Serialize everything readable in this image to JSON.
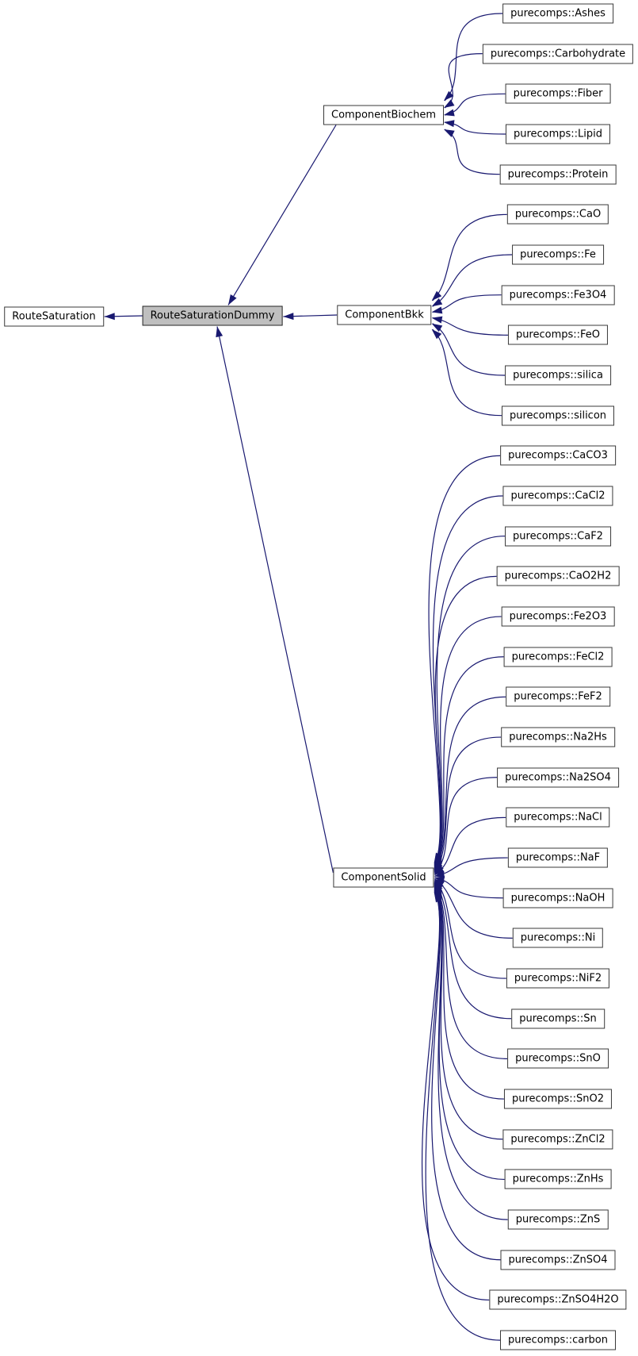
{
  "diagram": {
    "base": {
      "label": "RouteSaturation"
    },
    "selected": {
      "label": "RouteSaturationDummy"
    },
    "parents": [
      {
        "id": "biochem",
        "label": "ComponentBiochem"
      },
      {
        "id": "bkk",
        "label": "ComponentBkk"
      },
      {
        "id": "solid",
        "label": "ComponentSolid"
      }
    ],
    "children": [
      {
        "label": "purecomps::Ashes",
        "parent": "biochem"
      },
      {
        "label": "purecomps::Carbohydrate",
        "parent": "biochem"
      },
      {
        "label": "purecomps::Fiber",
        "parent": "biochem"
      },
      {
        "label": "purecomps::Lipid",
        "parent": "biochem"
      },
      {
        "label": "purecomps::Protein",
        "parent": "biochem"
      },
      {
        "label": "purecomps::CaO",
        "parent": "bkk"
      },
      {
        "label": "purecomps::Fe",
        "parent": "bkk"
      },
      {
        "label": "purecomps::Fe3O4",
        "parent": "bkk"
      },
      {
        "label": "purecomps::FeO",
        "parent": "bkk"
      },
      {
        "label": "purecomps::silica",
        "parent": "bkk"
      },
      {
        "label": "purecomps::silicon",
        "parent": "bkk"
      },
      {
        "label": "purecomps::CaCO3",
        "parent": "solid"
      },
      {
        "label": "purecomps::CaCl2",
        "parent": "solid"
      },
      {
        "label": "purecomps::CaF2",
        "parent": "solid"
      },
      {
        "label": "purecomps::CaO2H2",
        "parent": "solid"
      },
      {
        "label": "purecomps::Fe2O3",
        "parent": "solid"
      },
      {
        "label": "purecomps::FeCl2",
        "parent": "solid"
      },
      {
        "label": "purecomps::FeF2",
        "parent": "solid"
      },
      {
        "label": "purecomps::Na2Hs",
        "parent": "solid"
      },
      {
        "label": "purecomps::Na2SO4",
        "parent": "solid"
      },
      {
        "label": "purecomps::NaCl",
        "parent": "solid"
      },
      {
        "label": "purecomps::NaF",
        "parent": "solid"
      },
      {
        "label": "purecomps::NaOH",
        "parent": "solid"
      },
      {
        "label": "purecomps::Ni",
        "parent": "solid"
      },
      {
        "label": "purecomps::NiF2",
        "parent": "solid"
      },
      {
        "label": "purecomps::Sn",
        "parent": "solid"
      },
      {
        "label": "purecomps::SnO",
        "parent": "solid"
      },
      {
        "label": "purecomps::SnO2",
        "parent": "solid"
      },
      {
        "label": "purecomps::ZnCl2",
        "parent": "solid"
      },
      {
        "label": "purecomps::ZnHs",
        "parent": "solid"
      },
      {
        "label": "purecomps::ZnS",
        "parent": "solid"
      },
      {
        "label": "purecomps::ZnSO4",
        "parent": "solid"
      },
      {
        "label": "purecomps::ZnSO4H2O",
        "parent": "solid"
      },
      {
        "label": "purecomps::carbon",
        "parent": "solid"
      }
    ],
    "colors": {
      "edge": "#191970",
      "node_border": "#383838",
      "node_fill": "#ffffff",
      "selected_fill": "#bfbfbf",
      "text": "#000000",
      "background": "#ffffff"
    }
  }
}
